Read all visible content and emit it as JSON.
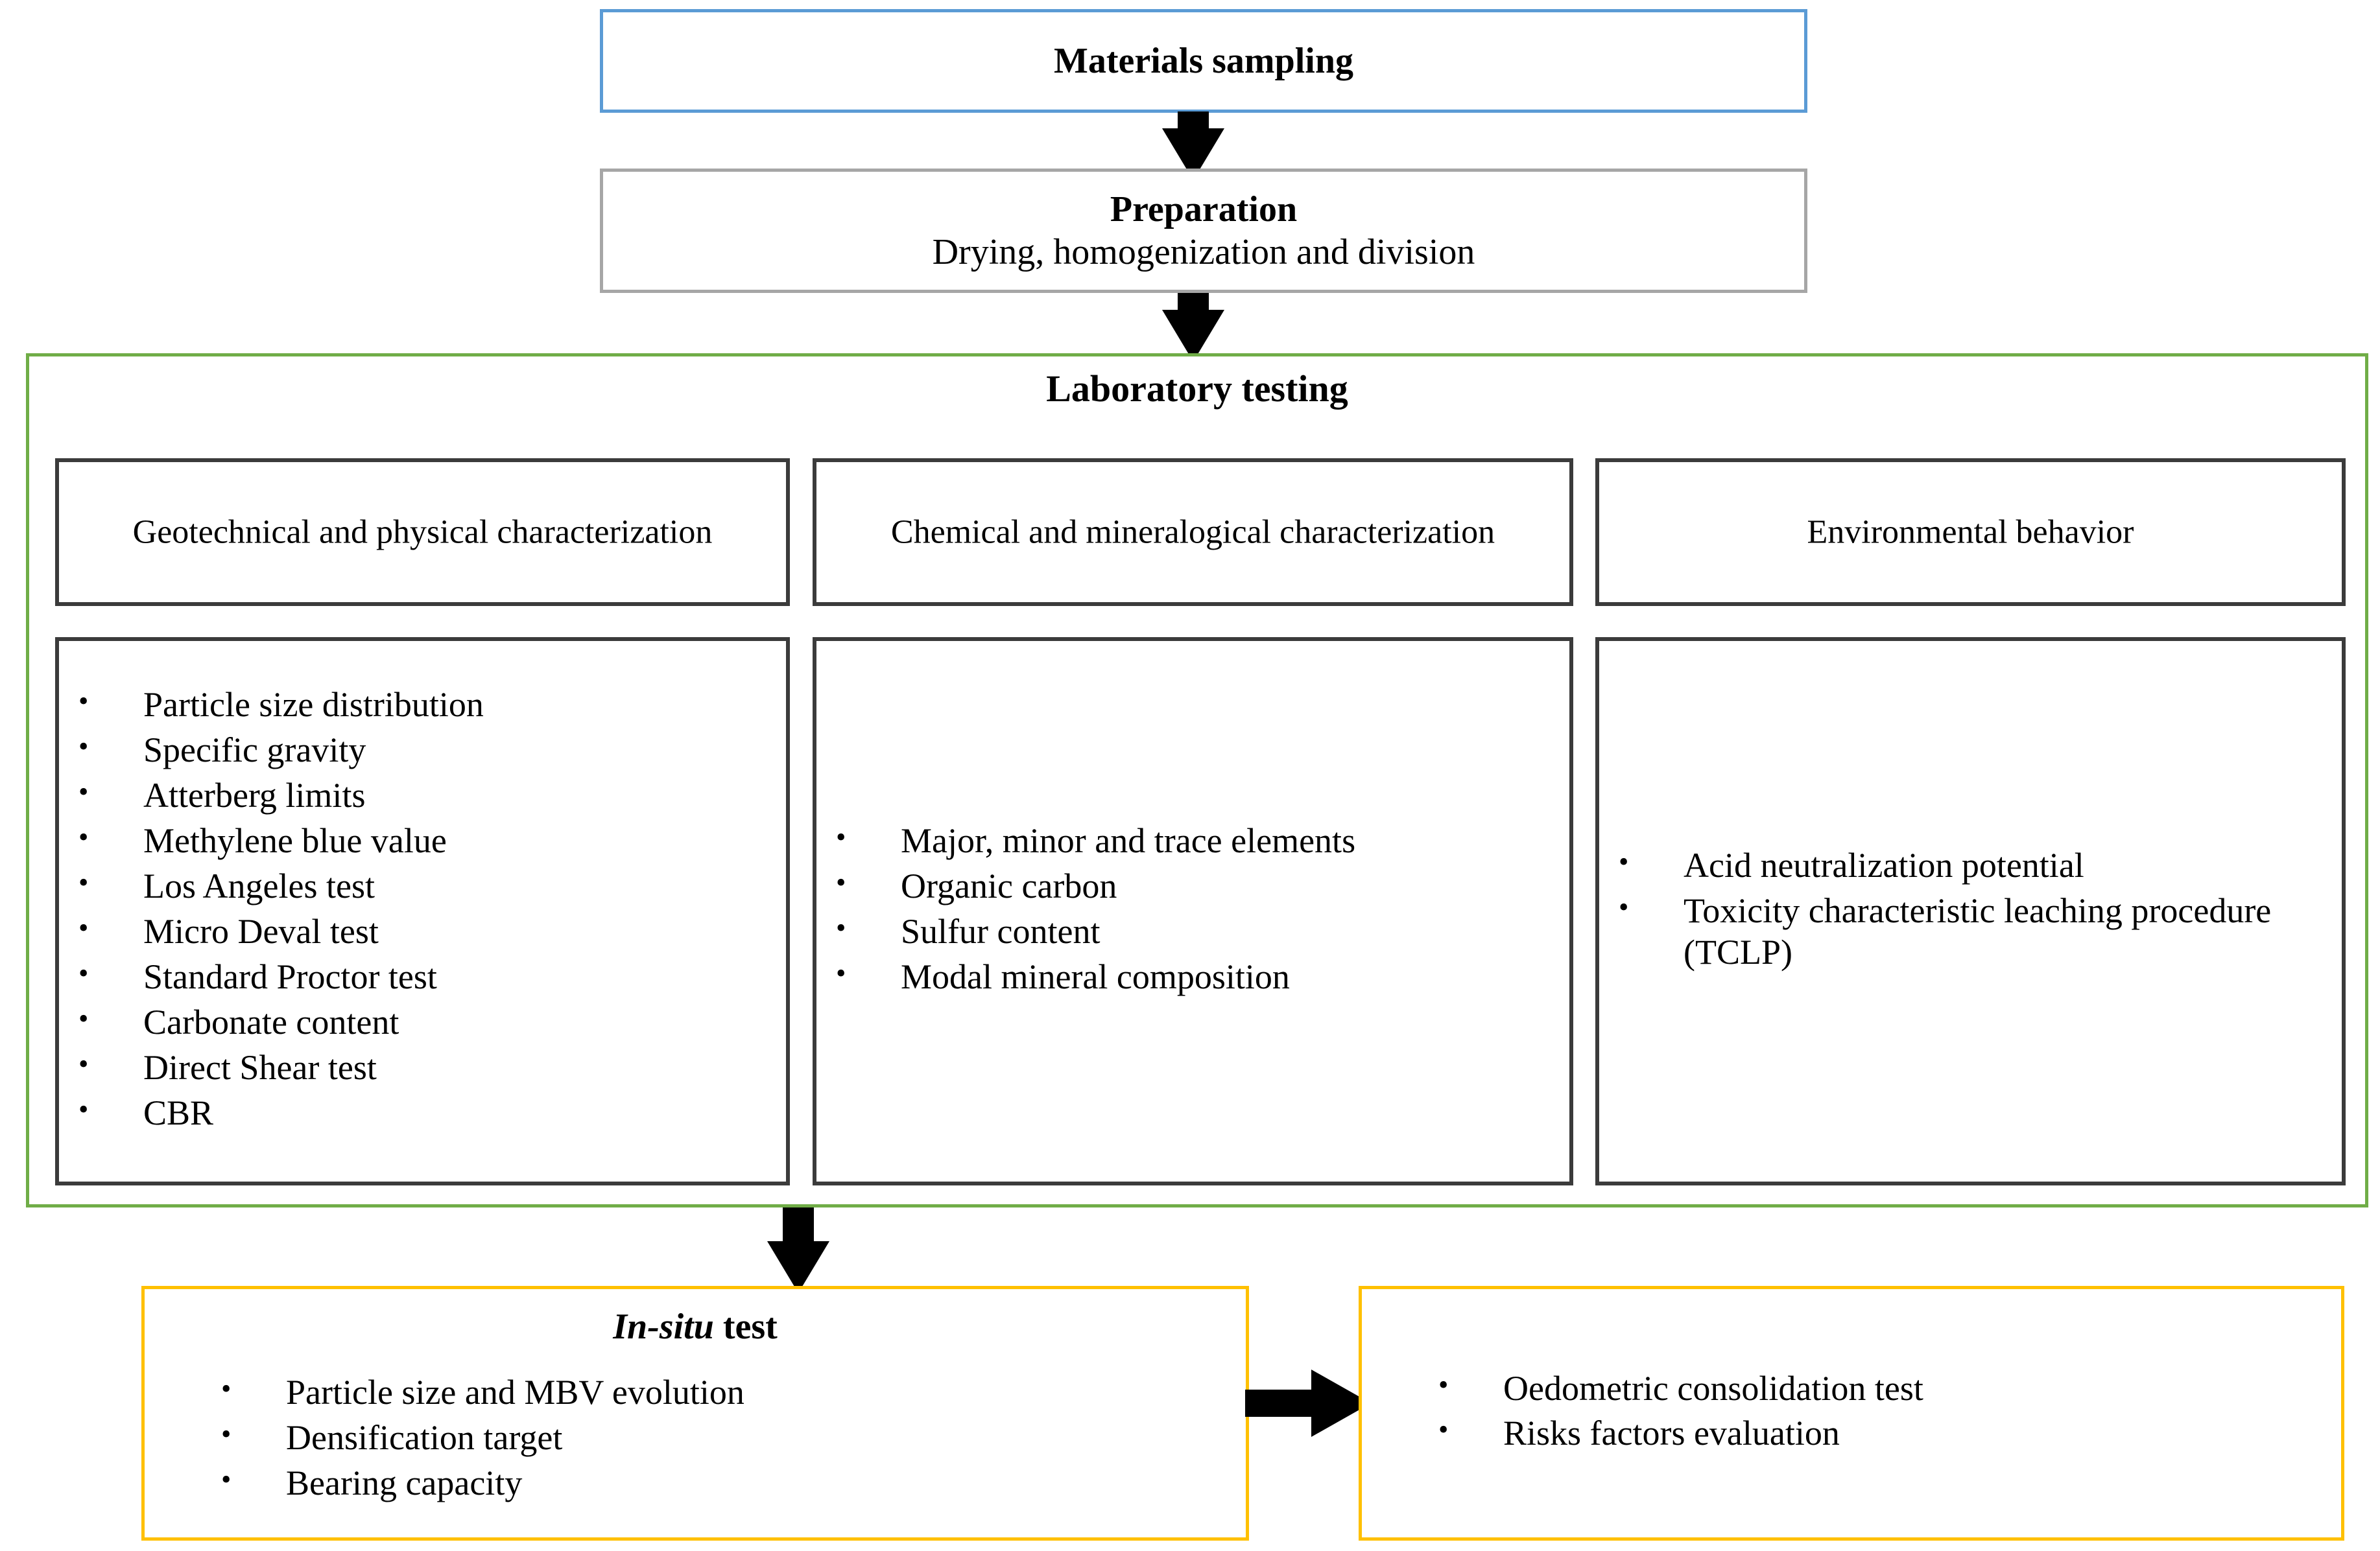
{
  "flow": {
    "materials_sampling": {
      "label": "Materials sampling",
      "border_color": "#5b9bd5"
    },
    "preparation": {
      "title": "Preparation",
      "subtitle": "Drying, homogenization and division",
      "border_color": "#a6a6a6"
    },
    "laboratory_testing": {
      "title": "Laboratory testing",
      "border_color": "#70ad47",
      "columns": [
        {
          "header": "Geotechnical and physical characterization",
          "items": [
            "Particle size distribution",
            "Specific gravity",
            "Atterberg limits",
            "Methylene blue value",
            "Los Angeles test",
            "Micro Deval test",
            "Standard Proctor test",
            "Carbonate content",
            "Direct Shear test",
            "CBR"
          ]
        },
        {
          "header": "Chemical and mineralogical characterization",
          "items": [
            "Major, minor and trace elements",
            "Organic carbon",
            "Sulfur content",
            "Modal mineral composition"
          ]
        },
        {
          "header": "Environmental behavior",
          "items": [
            "Acid neutralization potential",
            "Toxicity characteristic leaching procedure (TCLP)"
          ]
        }
      ]
    },
    "in_situ_test": {
      "title_italic": "In-situ",
      "title_rest": " test",
      "border_color": "#ffc000",
      "items": [
        "Particle size and MBV evolution",
        "Densification target",
        "Bearing capacity"
      ]
    },
    "evaluation": {
      "border_color": "#ffc000",
      "items": [
        "Oedometric consolidation test",
        "Risks factors evaluation"
      ]
    }
  },
  "connectors": {
    "sampling_to_preparation": "arrow-down",
    "preparation_to_laboratory": "arrow-down",
    "laboratory_to_insitu": "arrow-down",
    "insitu_to_evaluation": "arrow-right"
  }
}
